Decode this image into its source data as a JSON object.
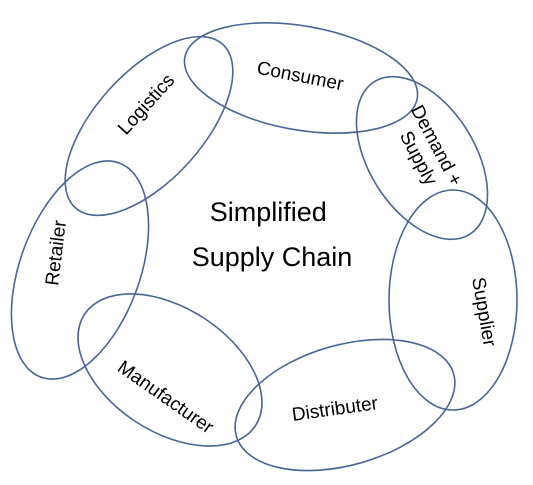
{
  "diagram": {
    "title_lines": [
      "Simplified",
      "Supply Chain"
    ],
    "nodes": [
      {
        "label": "Logistics"
      },
      {
        "label": "Consumer"
      },
      {
        "label_lines": [
          "Demand +",
          "Supply"
        ]
      },
      {
        "label": "Supplier"
      },
      {
        "label": "Distributer"
      },
      {
        "label": "Manufacturer"
      },
      {
        "label": "Retailer"
      }
    ],
    "ring_color": "#4a6597",
    "text_color": "#000000"
  }
}
